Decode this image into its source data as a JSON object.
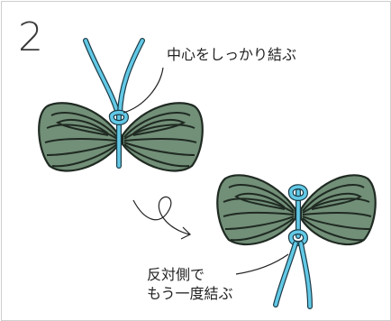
{
  "step_number": "2",
  "annotation_top": "中心をしっかり結ぶ",
  "annotation_bottom_line1": "反対側で",
  "annotation_bottom_line2": "もう一度結ぶ",
  "colors": {
    "yarn_fill": "#728f78",
    "yarn_outline": "#1f2a22",
    "cord": "#5fc8e6",
    "cord_outline": "#1a3a46",
    "text": "#222222",
    "border": "#cfcfcf"
  },
  "icons": [
    "yarn-bundle-icon",
    "cord-tie-icon",
    "curved-arrow-icon",
    "leader-line-icon"
  ]
}
